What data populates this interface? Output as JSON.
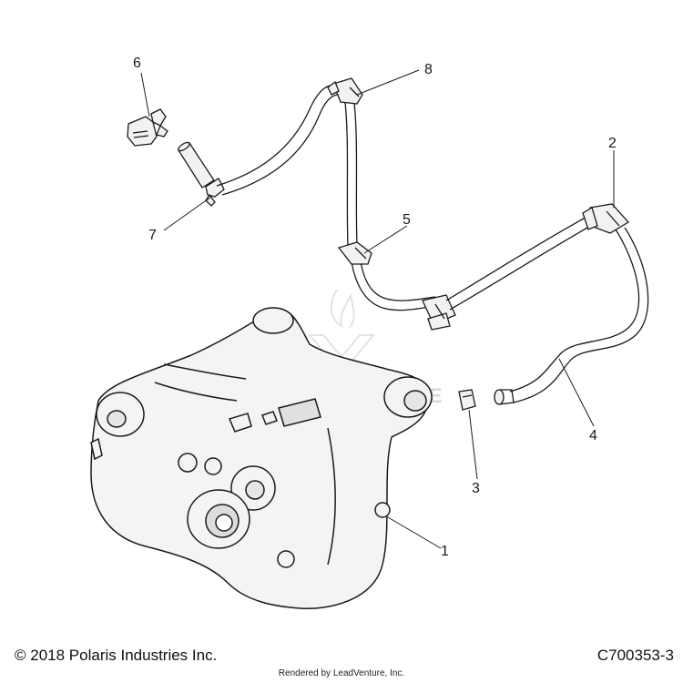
{
  "diagram": {
    "callouts": [
      {
        "id": "1",
        "label": "1"
      },
      {
        "id": "2",
        "label": "2"
      },
      {
        "id": "3",
        "label": "3"
      },
      {
        "id": "4",
        "label": "4"
      },
      {
        "id": "5",
        "label": "5"
      },
      {
        "id": "6",
        "label": "6"
      },
      {
        "id": "7",
        "label": "7"
      },
      {
        "id": "8",
        "label": "8"
      }
    ],
    "watermark": "LEADVENTURE"
  },
  "footer": {
    "copyright": "© 2018 Polaris Industries Inc.",
    "rendered_by": "Rendered by LeadVenture, Inc.",
    "diagram_code": "C700353-3"
  },
  "colors": {
    "line": "#1a1a1a",
    "part_fill": "#f2f2f2",
    "watermark": "#d9d9d9"
  }
}
